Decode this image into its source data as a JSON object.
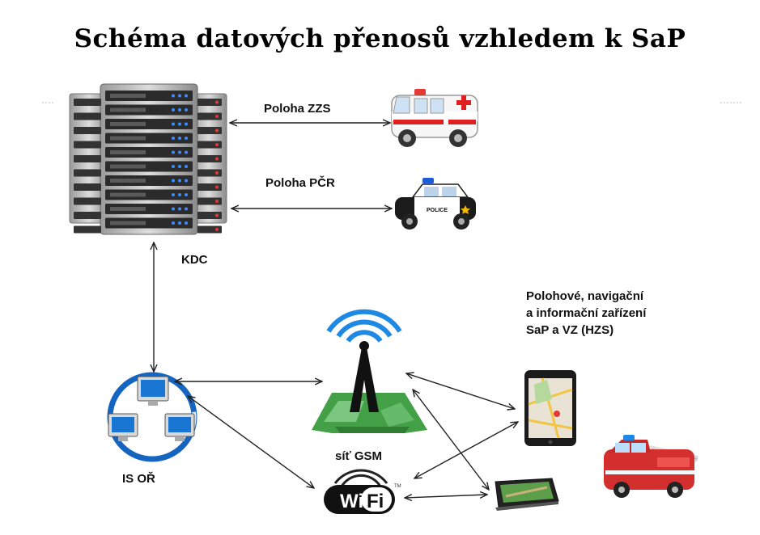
{
  "title": "Schéma datových přenosů vzhledem k SaP",
  "labels": {
    "poloha_zzs": "Poloha ZZS",
    "poloha_pcr": "Poloha PČR",
    "kdc": "KDC",
    "devices_line1": "Polohové, navigační",
    "devices_line2": "a informační zařízení",
    "devices_line3": "SaP a VZ (HZS)",
    "gsm": "síť GSM",
    "is_or": "IS OŘ"
  },
  "icons": {
    "police_text": "POLICE",
    "wifi_wi": "Wi",
    "wifi_fi": "Fi",
    "wifi_tm": "TM"
  },
  "colors": {
    "arrow": "#222222",
    "ambulance_cross": "#e02020",
    "tower_wave": "#1e88e5",
    "map_green": "#43a047",
    "fire_red": "#d32f2f"
  }
}
